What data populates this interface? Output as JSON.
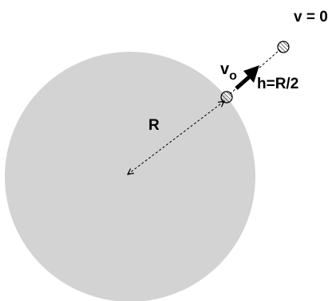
{
  "labels": {
    "radius": "R",
    "initial_velocity": "v",
    "initial_velocity_subscript": "o",
    "final_velocity": "v = 0",
    "height": "h=R/2"
  },
  "colors": {
    "planet_fill": "#d3d3d3",
    "ink": "#000000",
    "background": "#ffffff"
  }
}
